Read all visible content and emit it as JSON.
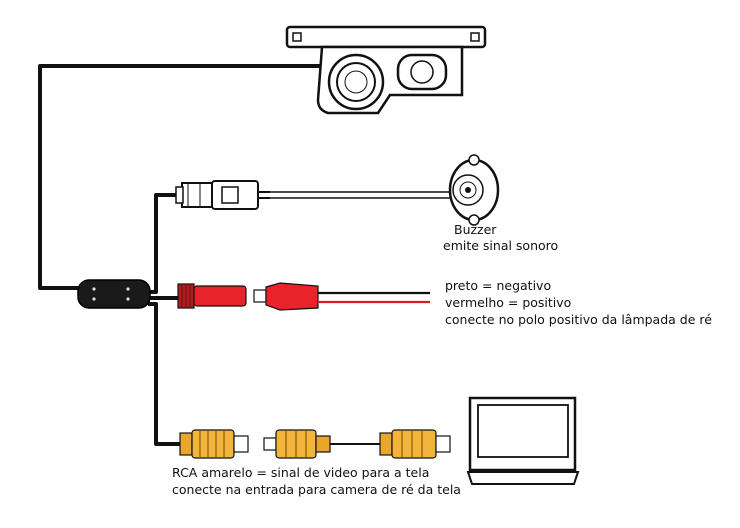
{
  "labels": {
    "buzzer_title": "Buzzer",
    "buzzer_desc": "emite sinal sonoro",
    "power_black": "preto = negativo",
    "power_red": "vermelho = positivo",
    "power_connect": "conecte no polo positivo da lâmpada de ré",
    "rca_video": "RCA amarelo = sinal de video para a tela",
    "rca_connect": "conecte na entrada para camera de ré da tela"
  },
  "colors": {
    "cable": "#111111",
    "red_connector": "#e8242a",
    "yellow_connector": "#f2b43a",
    "red_wire": "#d41f26"
  }
}
